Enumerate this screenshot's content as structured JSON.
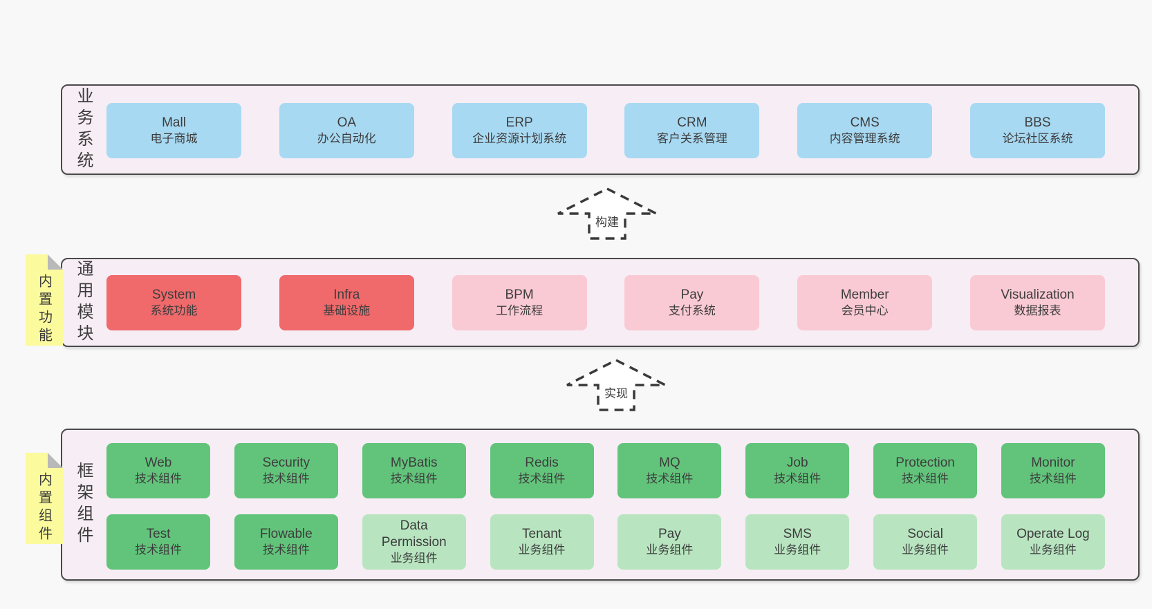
{
  "colors": {
    "page_bg": "#f8f8f8",
    "layer_bg": "#f7edf5",
    "layer_border": "#4a4a4a",
    "business_box": "#a8d9f2",
    "core_module_box": "#f0696b",
    "optional_module_box": "#facad4",
    "tech_component_box": "#62c47b",
    "biz_component_box": "#b8e5c0",
    "sticky_note": "#fbfa9d",
    "sticky_fold": "#b9b9b9",
    "text": "#3d3d3d"
  },
  "layers": {
    "business": {
      "title": "业务系统",
      "boxes": [
        {
          "en": "Mall",
          "zh": "电子商城",
          "variant": "blue"
        },
        {
          "en": "OA",
          "zh": "办公自动化",
          "variant": "blue"
        },
        {
          "en": "ERP",
          "zh": "企业资源计划系统",
          "variant": "blue"
        },
        {
          "en": "CRM",
          "zh": "客户关系管理",
          "variant": "blue"
        },
        {
          "en": "CMS",
          "zh": "内容管理系统",
          "variant": "blue"
        },
        {
          "en": "BBS",
          "zh": "论坛社区系统",
          "variant": "blue"
        }
      ]
    },
    "modules": {
      "title": "通用模块",
      "sticky": "内置功能",
      "boxes": [
        {
          "en": "System",
          "zh": "系统功能",
          "variant": "red"
        },
        {
          "en": "Infra",
          "zh": "基础设施",
          "variant": "red"
        },
        {
          "en": "BPM",
          "zh": "工作流程",
          "variant": "pink"
        },
        {
          "en": "Pay",
          "zh": "支付系统",
          "variant": "pink"
        },
        {
          "en": "Member",
          "zh": "会员中心",
          "variant": "pink"
        },
        {
          "en": "Visualization",
          "zh": "数据报表",
          "variant": "pink"
        }
      ]
    },
    "components": {
      "title": "框架组件",
      "sticky": "内置组件",
      "rows": [
        [
          {
            "en": "Web",
            "zh": "技术组件",
            "variant": "green"
          },
          {
            "en": "Security",
            "zh": "技术组件",
            "variant": "green"
          },
          {
            "en": "MyBatis",
            "zh": "技术组件",
            "variant": "green"
          },
          {
            "en": "Redis",
            "zh": "技术组件",
            "variant": "green"
          },
          {
            "en": "MQ",
            "zh": "技术组件",
            "variant": "green"
          },
          {
            "en": "Job",
            "zh": "技术组件",
            "variant": "green"
          },
          {
            "en": "Protection",
            "zh": "技术组件",
            "variant": "green"
          },
          {
            "en": "Monitor",
            "zh": "技术组件",
            "variant": "green"
          }
        ],
        [
          {
            "en": "Test",
            "zh": "技术组件",
            "variant": "green"
          },
          {
            "en": "Flowable",
            "zh": "技术组件",
            "variant": "green"
          },
          {
            "en": "Data Permission",
            "zh": "业务组件",
            "variant": "green-light"
          },
          {
            "en": "Tenant",
            "zh": "业务组件",
            "variant": "green-light"
          },
          {
            "en": "Pay",
            "zh": "业务组件",
            "variant": "green-light"
          },
          {
            "en": "SMS",
            "zh": "业务组件",
            "variant": "green-light"
          },
          {
            "en": "Social",
            "zh": "业务组件",
            "variant": "green-light"
          },
          {
            "en": "Operate Log",
            "zh": "业务组件",
            "variant": "green-light"
          }
        ]
      ]
    }
  },
  "arrows": {
    "build": {
      "label": "构建"
    },
    "implement": {
      "label": "实现"
    }
  }
}
